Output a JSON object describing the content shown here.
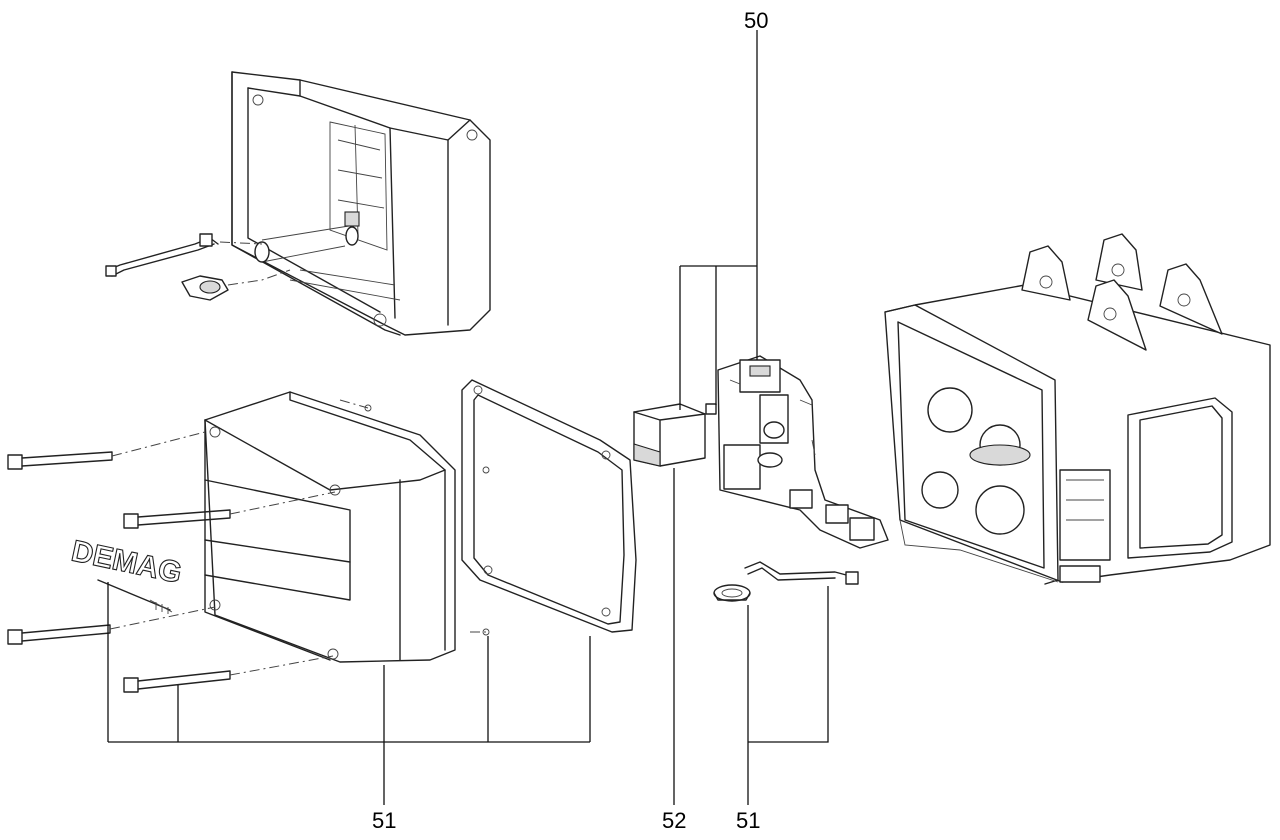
{
  "callouts": {
    "top": "50",
    "bottom_left": "51",
    "bottom_middle": "52",
    "bottom_right": "51"
  },
  "logo_text": "DEMAG"
}
